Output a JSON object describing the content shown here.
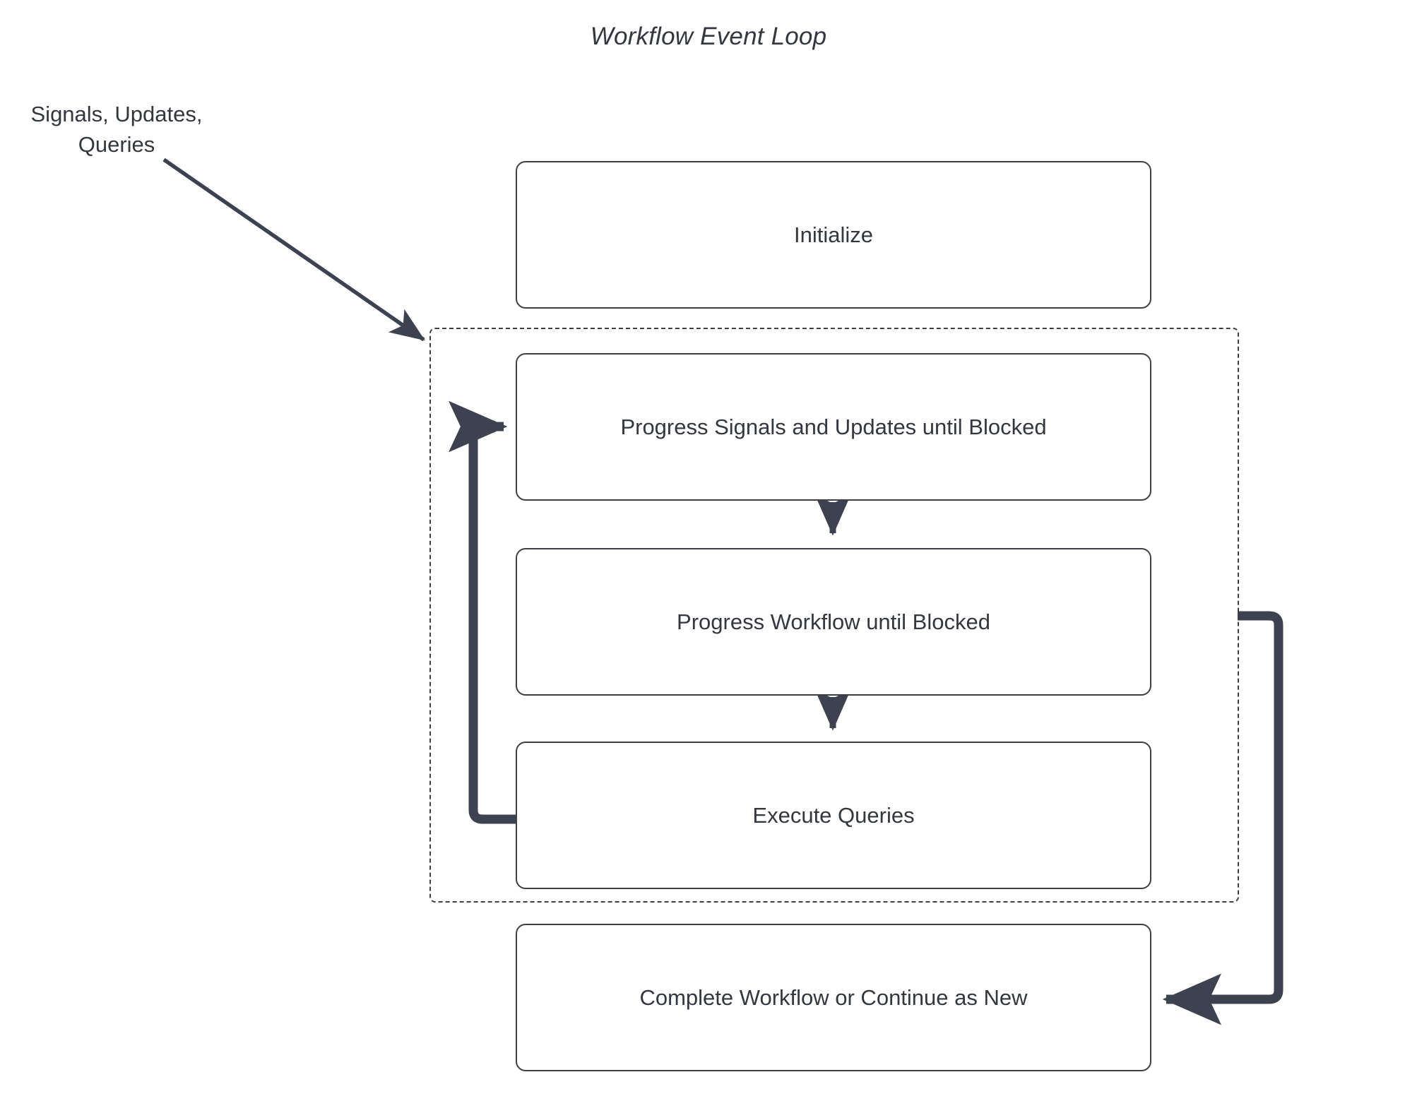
{
  "diagram": {
    "title": "Workflow Event Loop",
    "colors": {
      "stroke": "#3d3f45",
      "text": "#33373f",
      "arrow": "#3d4250",
      "background": "#ffffff"
    },
    "external_label": {
      "line1": "Signals, Updates,",
      "line2": "Queries"
    },
    "nodes": [
      {
        "id": "initialize",
        "label": "Initialize"
      },
      {
        "id": "progress-signals",
        "label": "Progress Signals and Updates until Blocked"
      },
      {
        "id": "progress-workflow",
        "label": "Progress Workflow until Blocked"
      },
      {
        "id": "execute-queries",
        "label": "Execute Queries"
      },
      {
        "id": "complete-workflow",
        "label": "Complete Workflow or Continue as New"
      }
    ],
    "loop_container": {
      "style": "dashed",
      "contains": [
        "progress-signals",
        "progress-workflow",
        "execute-queries"
      ]
    },
    "edges": [
      {
        "from": "external-input",
        "to": "loop-container",
        "style": "solid-arrow"
      },
      {
        "from": "progress-signals",
        "to": "progress-workflow",
        "style": "solid-arrow"
      },
      {
        "from": "progress-workflow",
        "to": "execute-queries",
        "style": "solid-arrow"
      },
      {
        "from": "execute-queries",
        "to": "progress-signals",
        "style": "thick-loop-back-arrow"
      },
      {
        "from": "loop-container",
        "to": "complete-workflow",
        "style": "thick-loop-exit-arrow"
      }
    ]
  }
}
